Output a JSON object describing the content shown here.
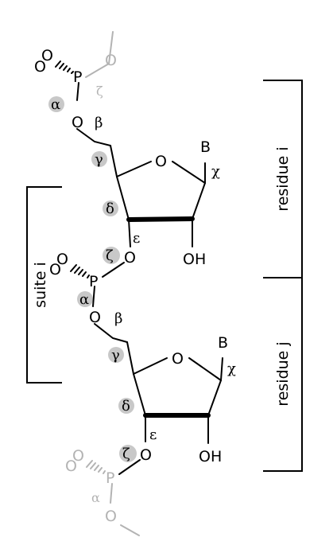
{
  "atoms": {
    "o_top_double1": "O",
    "o_top_double2": "O",
    "p_top": "P",
    "o_top_gray": "O",
    "o5_1": "O",
    "ring_o_1": "O",
    "base_1": "B",
    "o3_1": "O",
    "oh_1": "OH",
    "o_mid_double1": "O",
    "o_mid_double2": "O",
    "p_mid": "P",
    "o5_2": "O",
    "ring_o_2": "O",
    "base_2": "B",
    "o3_2": "O",
    "oh_2": "OH",
    "o_bot_double1": "O",
    "o_bot_double2": "O",
    "p_bot": "P",
    "o_bot_gray": "O"
  },
  "torsions": {
    "zeta_top": "ζ",
    "alpha_1": "α",
    "beta_1": "β",
    "gamma_1": "γ",
    "delta_1": "δ",
    "epsilon_1": "ε",
    "chi_1": "χ",
    "zeta_1": "ζ",
    "alpha_2": "α",
    "beta_2": "β",
    "gamma_2": "γ",
    "delta_2": "δ",
    "epsilon_2": "ε",
    "chi_2": "χ",
    "zeta_2": "ζ",
    "alpha_bot": "α"
  },
  "brackets": {
    "residue_i": "residue i",
    "residue_j": "residue j",
    "suite_i": "suite i"
  },
  "colors": {
    "ink": "#000000",
    "faded": "#b3b3b3",
    "highlight": "#c8c8c8"
  }
}
